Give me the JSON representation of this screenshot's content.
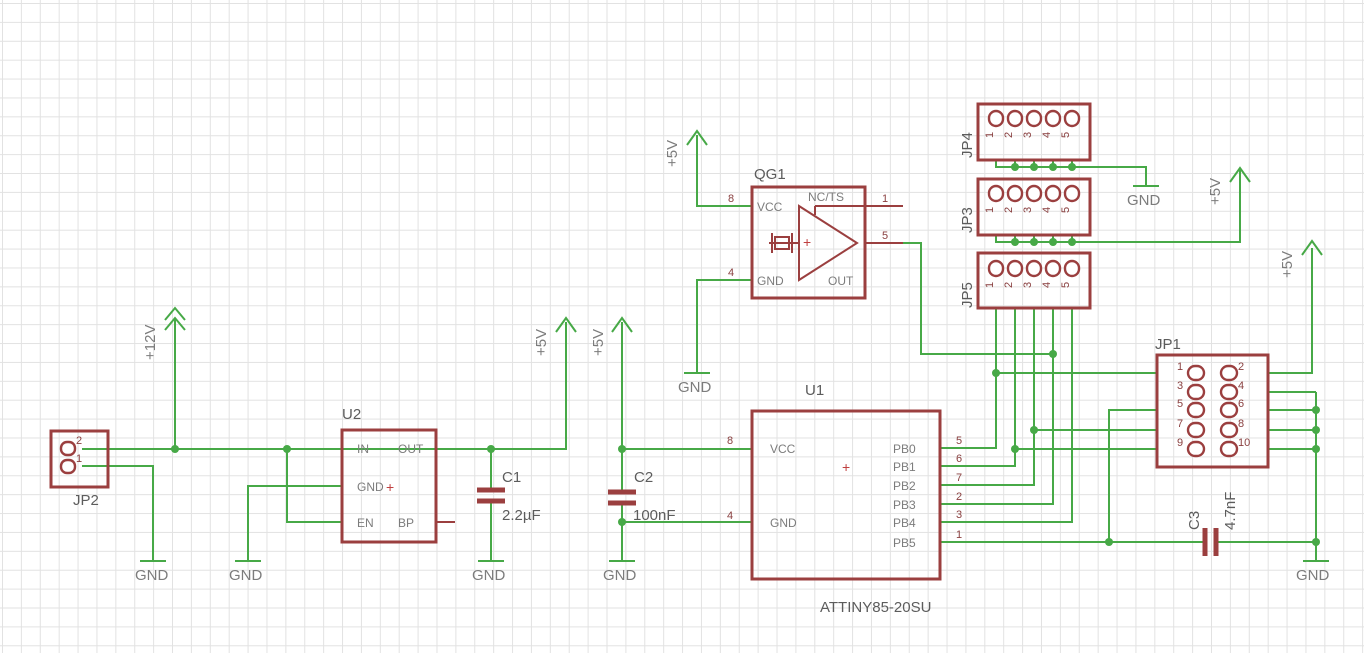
{
  "parts": {
    "jp2": {
      "ref": "JP2",
      "pins": [
        "2",
        "1"
      ]
    },
    "u2": {
      "ref": "U2",
      "pins": [
        "IN",
        "OUT",
        "GND",
        "EN",
        "BP"
      ]
    },
    "c1": {
      "ref": "C1",
      "value": "2.2µF"
    },
    "c2": {
      "ref": "C2",
      "value": "100nF"
    },
    "u1": {
      "ref": "U1",
      "value": "ATTINY85-20SU",
      "pins": [
        "VCC",
        "GND",
        "PB0",
        "PB1",
        "PB2",
        "PB3",
        "PB4",
        "PB5"
      ],
      "pin_numbers": [
        "8",
        "4",
        "5",
        "6",
        "7",
        "2",
        "3",
        "1"
      ]
    },
    "qg1": {
      "ref": "QG1",
      "pins": [
        "VCC",
        "GND",
        "NC/TS",
        "OUT"
      ],
      "pin_numbers": [
        "8",
        "4",
        "1",
        "5"
      ]
    },
    "jp4": {
      "ref": "JP4",
      "pins": [
        "1",
        "2",
        "3",
        "4",
        "5"
      ]
    },
    "jp3": {
      "ref": "JP3",
      "pins": [
        "1",
        "2",
        "3",
        "4",
        "5"
      ]
    },
    "jp5": {
      "ref": "JP5",
      "pins": [
        "1",
        "2",
        "3",
        "4",
        "5"
      ]
    },
    "jp1": {
      "ref": "JP1",
      "pins": [
        "1",
        "2",
        "3",
        "4",
        "5",
        "6",
        "7",
        "8",
        "9",
        "10"
      ]
    },
    "c3": {
      "ref": "C3",
      "value": "4.7nF"
    }
  },
  "supplies": {
    "v12": "+12V",
    "v5": "+5V",
    "gnd": "GND"
  },
  "colors": {
    "symbol": "#9b3f3f",
    "wire": "#47a947",
    "grid": "#e2e2e2",
    "text": "#7c7c7c"
  }
}
